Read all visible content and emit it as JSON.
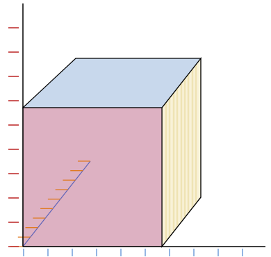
{
  "scene": {
    "colors": {
      "background": "#ffffff",
      "axis": "#000000",
      "x_ticks": "#5b8fd4",
      "y_ticks": "#b00000",
      "z_ticks": "#e07a20",
      "front_face": "#ddb1c2",
      "top_face": "#c8d8ec",
      "side_face": "#f9f2d8",
      "side_stripe": "#efe3b4",
      "diagonal": "#5e63b8",
      "outline": "#000000"
    },
    "tick_counts": {
      "x_axis": 10,
      "y_axis": 10,
      "z_axis": 10
    }
  }
}
